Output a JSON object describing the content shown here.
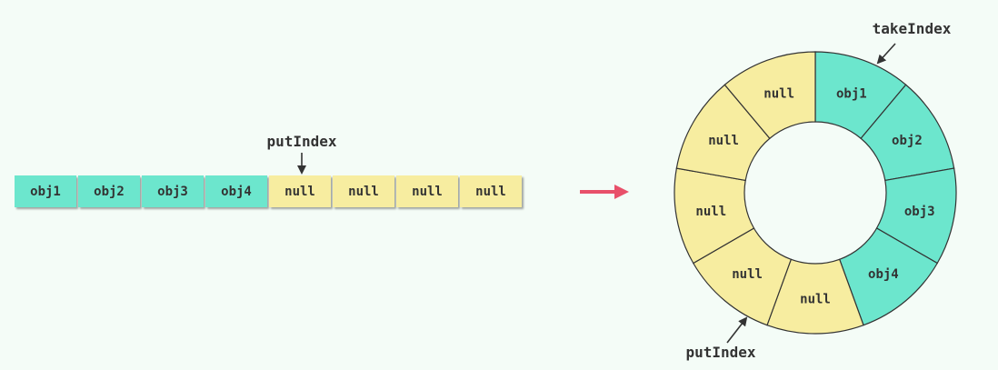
{
  "linear_array": {
    "cells": [
      {
        "label": "obj1",
        "kind": "obj"
      },
      {
        "label": "obj2",
        "kind": "obj"
      },
      {
        "label": "obj3",
        "kind": "obj"
      },
      {
        "label": "obj4",
        "kind": "obj"
      },
      {
        "label": "null",
        "kind": "null"
      },
      {
        "label": "null",
        "kind": "null"
      },
      {
        "label": "null",
        "kind": "null"
      },
      {
        "label": "null",
        "kind": "null"
      }
    ],
    "put_index_label": "putIndex"
  },
  "ring_buffer": {
    "segments": [
      {
        "label": "obj1",
        "kind": "obj"
      },
      {
        "label": "obj2",
        "kind": "obj"
      },
      {
        "label": "obj3",
        "kind": "obj"
      },
      {
        "label": "obj4",
        "kind": "obj"
      },
      {
        "label": "null",
        "kind": "null"
      },
      {
        "label": "null",
        "kind": "null"
      },
      {
        "label": "null",
        "kind": "null"
      },
      {
        "label": "null",
        "kind": "null"
      },
      {
        "label": "null",
        "kind": "null"
      }
    ],
    "take_index_label": "takeIndex",
    "put_index_label": "putIndex"
  },
  "colors": {
    "obj_fill": "#6ce6cd",
    "null_fill": "#f7eda0",
    "stroke": "#333333",
    "arrow": "#e8506a",
    "background": "#f4fcf7"
  }
}
